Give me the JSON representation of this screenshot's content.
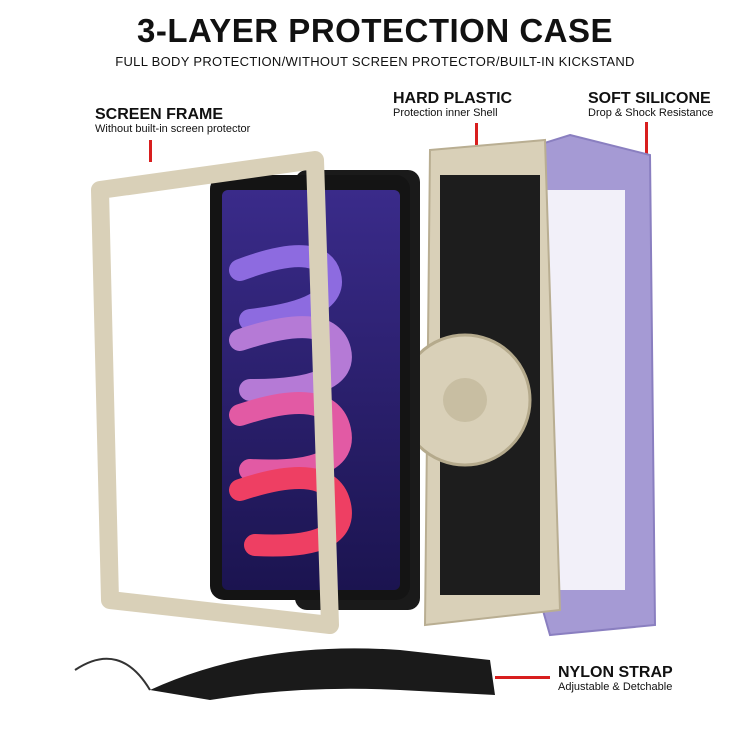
{
  "title": "3-LAYER PROTECTION CASE",
  "subtitle": "FULL BODY PROTECTION/WITHOUT SCREEN PROTECTOR/BUILT-IN KICKSTAND",
  "callouts": {
    "screen_frame": {
      "label": "SCREEN FRAME",
      "desc": "Without built-in screen protector"
    },
    "hard_plastic": {
      "label": "HARD PLASTIC",
      "desc": "Protection inner Shell"
    },
    "soft_silicone": {
      "label": "SOFT SILICONE",
      "desc": "Drop & Shock Resistance"
    },
    "nylon_strap": {
      "label": "NYLON STRAP",
      "desc": "Adjustable & Detchable"
    }
  },
  "colors": {
    "frame": "#d9d0b8",
    "silicone": "#a59ad4",
    "accent": "#d81e1e",
    "screen": "#2a1f6e"
  }
}
